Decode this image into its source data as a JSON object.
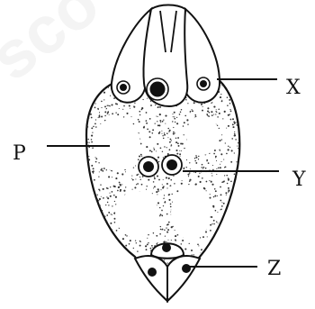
{
  "diagram": {
    "labels": {
      "x": "X",
      "y": "Y",
      "z": "Z",
      "p": "P"
    },
    "watermark": "sco"
  },
  "colors": {
    "ink": "#111111",
    "background": "#ffffff",
    "stipple": "#333333",
    "watermark": "#f3f3f3"
  }
}
